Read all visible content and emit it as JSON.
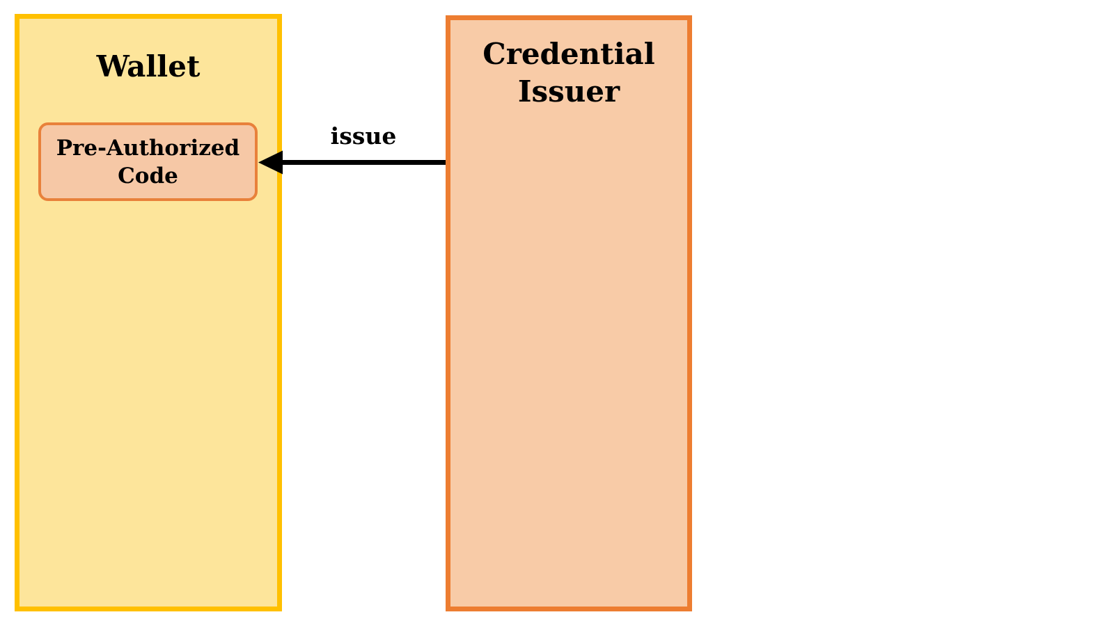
{
  "diagram": {
    "wallet": {
      "label": "Wallet"
    },
    "pre_authorized_code": {
      "label": "Pre-Authorized Code"
    },
    "credential_issuer": {
      "label": "Credential Issuer"
    },
    "issue_arrow": {
      "label": "issue"
    }
  },
  "colors": {
    "canvas-bg": "#FFFFFF",
    "wallet-fill": "#FDE59B",
    "wallet-border": "#FFC000",
    "issuer-fill": "#F8CBA7",
    "issuer-border": "#ED7D31",
    "preauth-fill": "#F6C8A6",
    "preauth-border": "#E8813B",
    "arrow-color": "#000000",
    "label-color": "#000000"
  }
}
